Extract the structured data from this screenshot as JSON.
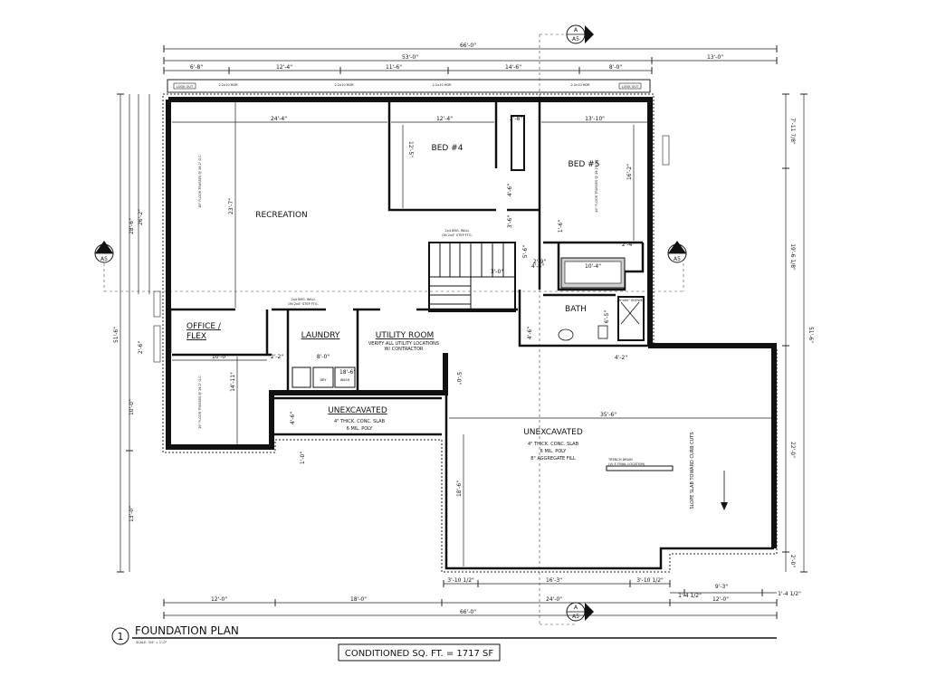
{
  "title": {
    "number": "1",
    "name": "FOUNDATION PLAN",
    "scale": "SCALE: 3/4\" = 1'-0\"",
    "conditioned": "CONDITIONED SQ. FT. = 1717 SF"
  },
  "rooms": {
    "recreation": "RECREATION",
    "bed4": "BED #4",
    "bed5": "BED #5",
    "office": "OFFICE /",
    "office2": "FLEX",
    "laundry": "LAUNDRY",
    "utility": "UTILITY ROOM",
    "bath": "BATH",
    "unexc_left": "UNEXCAVATED",
    "unexc_right": "UNEXCAVATED"
  },
  "notes": {
    "slab_left_1": "4\" THICK. CONC. SLAB",
    "slab_left_2": "6 MIL. POLY",
    "slab_right_1": "4\" THICK. CONC. SLAB",
    "slab_right_2": "6 MIL. POLY",
    "slab_right_3": "8\" AGGREGATE FILL",
    "slope": "SLOPE SLAB TOWARD CURB CUTS",
    "utility_verify": "VERIFY ALL UTILITY LOCATIONS",
    "utility_verify2": "W/ CONTRACTOR",
    "trench": "TRENCH DRAIN",
    "trench2": "(V.I.F. FINAL LOCATION)",
    "brg_wall_1": "2x4 BRG. WALL",
    "brg_wall_2": "ON 2x4\" STEP FTG.",
    "brg_wall_3": "2x4 BRG. WALL",
    "brg_wall_4": "ON 2x4\" STEP FTG.",
    "joist_left": "16\" FLOOR TRUSSES @ 19.2\" O.C.",
    "joist_right": "16\" FLOOR TRUSSES @ 19.2\" O.C.",
    "joist_office": "16\" FLOOR TRUSSES @ 19.2\" O.C.",
    "lookout_left": "LOOK OUT",
    "lookout_right": "LOOK OUT",
    "window_header_1": "2-2x10 HDR",
    "window_header_2": "2-2x10 HDR",
    "window_header_3": "2-2x10 HDR",
    "window_header_4": "2-2x10 HDR",
    "dry": "DRY",
    "wash": "WASH",
    "shower": "36\"x60\" SHOWER"
  },
  "sections": {
    "a_top": "A",
    "a_top_sheet": "A5",
    "a_bot": "A",
    "a_bot_sheet": "A5",
    "b_left": "B",
    "b_left_sheet": "A5",
    "b_right": "B",
    "b_right_sheet": "A5"
  },
  "dims_top": {
    "overall": "66'-0\"",
    "main": "53'-0\"",
    "right": "13'-0\"",
    "s1": "6'-8\"",
    "s2": "12'-4\"",
    "s3": "11'-6\"",
    "s4": "14'-6\"",
    "s5": "8'-0\""
  },
  "dims_bottom": {
    "b1": "3'-10 1/2\"",
    "b2": "16'-3\"",
    "b3": "3'-10 1/2\"",
    "c1": "1'-4 1/2\"",
    "c2": "9'-3\"",
    "c3": "1'-4 1/2\"",
    "d1": "12'-0\"",
    "d2": "18'-0\"",
    "d3": "24'-0\"",
    "d4": "12'-0\"",
    "overall": "66'-0\""
  },
  "dims_left": {
    "l1": "28'-6\"",
    "l2": "26'-2\"",
    "l3": "51'-6\"",
    "l4": "2'-6\"",
    "l5": "10'-0\"",
    "l6": "13'-0\""
  },
  "dims_right": {
    "r1": "7'-11 7/8\"",
    "r2": "19'-6 1/8\"",
    "r3": "51'-6\"",
    "r4": "22'-0\"",
    "r5": "2'-0\""
  },
  "dims_interior": {
    "rec_w": "24'-4\"",
    "rec_h": "23'-7\"",
    "bed4_w": "12'-4\"",
    "bed4_h": "12'-5\"",
    "bed4_c": "2'-8\"",
    "bed5_w": "13'-10\"",
    "bed5_h": "16'-2\"",
    "closet": "10'-4\"",
    "bath_h": "6'-5\"",
    "office_w": "10'-0\"",
    "office_h": "14'-11\"",
    "laundry_w": "8'-0\"",
    "door_22": "2'-2\"",
    "util_h": "5'-0\"",
    "gar_w": "35'-6\"",
    "gar_h": "18'-6\"",
    "unexc_h": "4'-6\"",
    "one": "1'-0\"",
    "stair_a": "3'-6\"",
    "stair_b": "5'-6\"",
    "bath_w": "4'-4\"",
    "door_18": "18'-6\"",
    "d_a": "3'-0\"",
    "d_b": "2'-9\"",
    "d_c": "4'-6\"",
    "d_d": "1'-6\"",
    "d_e": "2'-4\"",
    "d_f": "4'-2\"",
    "d_g": "4'-6\""
  }
}
